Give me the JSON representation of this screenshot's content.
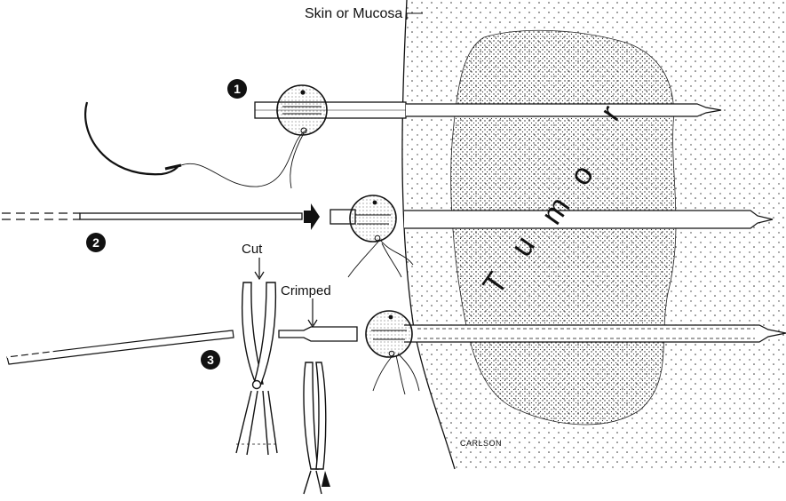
{
  "labels": {
    "skin": "Skin or Mucosa",
    "tumor": "Tumor",
    "cut": "Cut",
    "crimped": "Crimped",
    "signature": "CARLSON"
  },
  "steps": [
    "1",
    "2",
    "3"
  ]
}
